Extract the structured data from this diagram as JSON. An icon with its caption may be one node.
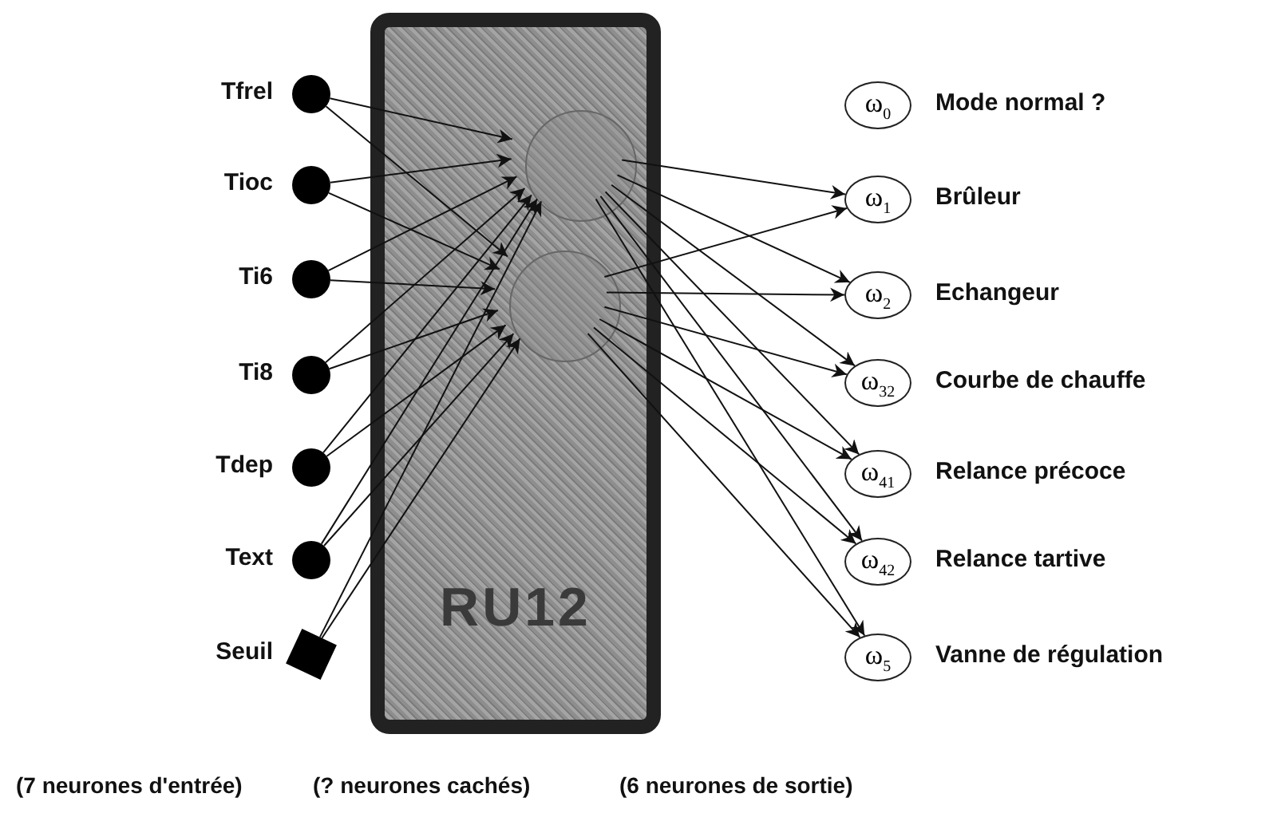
{
  "diagram": {
    "nodes": [
      {
        "text": [],
        "shape": "circle",
        "beside": [
          "Tfrel"
        ]
      },
      {
        "text": [],
        "shape": "circle",
        "beside": [
          "Tioc"
        ]
      },
      {
        "text": [],
        "shape": "circle",
        "beside": [
          "Ti6"
        ]
      },
      {
        "text": [],
        "shape": "circle",
        "beside": [
          "Ti8"
        ]
      },
      {
        "text": [],
        "shape": "circle",
        "beside": [
          "Tdep"
        ]
      },
      {
        "text": [],
        "shape": "circle",
        "beside": [
          "Text"
        ]
      },
      {
        "text": [],
        "shape": "diamond",
        "beside": [
          "Seuil"
        ]
      },
      {
        "text": [
          "RU12"
        ]
      },
      {
        "text": [],
        "shape": "circle",
        "in": 7
      },
      {
        "text": [],
        "shape": "circle",
        "in": 7
      },
      {
        "text": [
          "ω$_{0}$"
        ],
        "beside": [
          "Mode normal ?"
        ]
      },
      {
        "text": [
          "ω$_{1}$"
        ],
        "beside": [
          "Brûleur"
        ]
      },
      {
        "text": [
          "ω$_{2}$"
        ],
        "beside": [
          "Echangeur"
        ]
      },
      {
        "text": [
          "ω$_{32}$"
        ],
        "beside": [
          "Courbe de chauffe"
        ]
      },
      {
        "text": [
          "ω$_{41}$"
        ],
        "beside": [
          "Relance précoce"
        ]
      },
      {
        "text": [
          "ω$_{42}$"
        ],
        "beside": [
          "Relance tartive"
        ]
      },
      {
        "text": [
          "ω$_{5}$"
        ],
        "beside": [
          "Vanne de régulation"
        ]
      }
    ],
    "edges": [
      {
        "from": 0,
        "to": 8,
        "arrow": "to"
      },
      {
        "from": 0,
        "to": 9,
        "arrow": "to"
      },
      {
        "from": 1,
        "to": 8,
        "arrow": "to"
      },
      {
        "from": 1,
        "to": 9,
        "arrow": "to"
      },
      {
        "from": 2,
        "to": 8,
        "arrow": "to"
      },
      {
        "from": 2,
        "to": 9,
        "arrow": "to"
      },
      {
        "from": 3,
        "to": 8,
        "arrow": "to"
      },
      {
        "from": 3,
        "to": 9,
        "arrow": "to"
      },
      {
        "from": 4,
        "to": 8,
        "arrow": "to"
      },
      {
        "from": 4,
        "to": 9,
        "arrow": "to"
      },
      {
        "from": 5,
        "to": 8,
        "arrow": "to"
      },
      {
        "from": 5,
        "to": 9,
        "arrow": "to"
      },
      {
        "from": 6,
        "to": 8,
        "arrow": "to"
      },
      {
        "from": 6,
        "to": 9,
        "arrow": "to"
      },
      {
        "from": 8,
        "to": 11,
        "arrow": "to"
      },
      {
        "from": 9,
        "to": 11,
        "arrow": "to"
      },
      {
        "from": 8,
        "to": 12,
        "arrow": "to"
      },
      {
        "from": 9,
        "to": 12,
        "arrow": "to"
      },
      {
        "from": 8,
        "to": 13,
        "arrow": "to"
      },
      {
        "from": 9,
        "to": 13,
        "arrow": "to"
      },
      {
        "from": 8,
        "to": 14,
        "arrow": "to"
      },
      {
        "from": 9,
        "to": 14,
        "arrow": "to"
      },
      {
        "from": 8,
        "to": 15,
        "arrow": "to"
      },
      {
        "from": 9,
        "to": 15,
        "arrow": "to"
      },
      {
        "from": 8,
        "to": 16,
        "arrow": "to"
      },
      {
        "from": 9,
        "to": 16,
        "arrow": "to"
      }
    ],
    "labels": [
      "(7 neurones d'entrée)",
      "(? neurones cachés)",
      "(6 neurones de sortie)"
    ]
  }
}
